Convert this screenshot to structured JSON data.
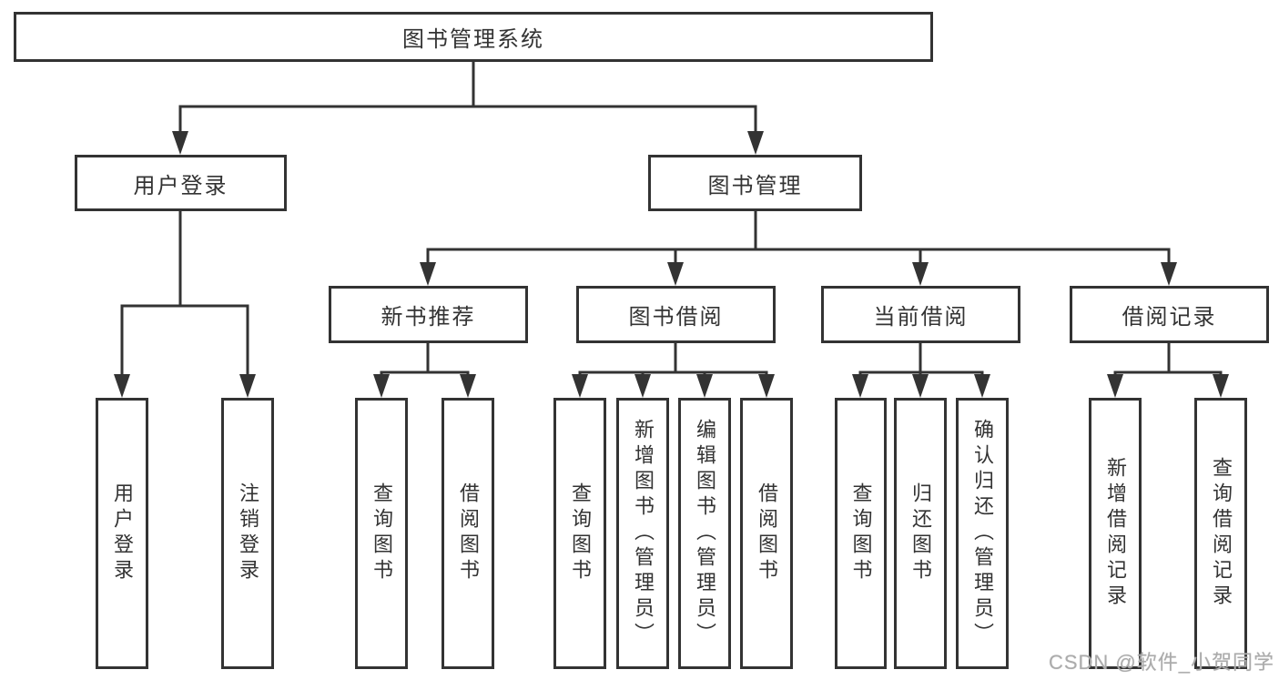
{
  "nodes": {
    "root": {
      "label": "图书管理系统"
    },
    "user_login": {
      "label": "用户登录"
    },
    "book_mgmt": {
      "label": "图书管理"
    },
    "new_book_rec": {
      "label": "新书推荐"
    },
    "book_borrow": {
      "label": "图书借阅"
    },
    "current_borrow": {
      "label": "当前借阅"
    },
    "borrow_record": {
      "label": "借阅记录"
    },
    "leaf_user_login": {
      "label": "用户登录"
    },
    "leaf_logout": {
      "label": "注销登录"
    },
    "leaf_rec_query_book": {
      "label": "查询图书"
    },
    "leaf_rec_borrow_book": {
      "label": "借阅图书"
    },
    "leaf_bor_query_book": {
      "label": "查询图书"
    },
    "leaf_bor_add_book": {
      "label": "新增图书（管理员）"
    },
    "leaf_bor_edit_book": {
      "label": "编辑图书（管理员）"
    },
    "leaf_bor_borrow_book": {
      "label": "借阅图书"
    },
    "leaf_cur_query_book": {
      "label": "查询图书"
    },
    "leaf_cur_return_book": {
      "label": "归还图书"
    },
    "leaf_cur_confirm_return": {
      "label": "确认归还（管理员）"
    },
    "leaf_brec_add_record": {
      "label": "新增借阅记录"
    },
    "leaf_brec_query_record": {
      "label": "查询借阅记录"
    }
  },
  "watermark": {
    "text": "CSDN @软件_小贺同学"
  },
  "colors": {
    "line": "#333333",
    "box_border": "#333333",
    "text": "#333333",
    "watermark": "#ababab",
    "background": "#ffffff"
  }
}
